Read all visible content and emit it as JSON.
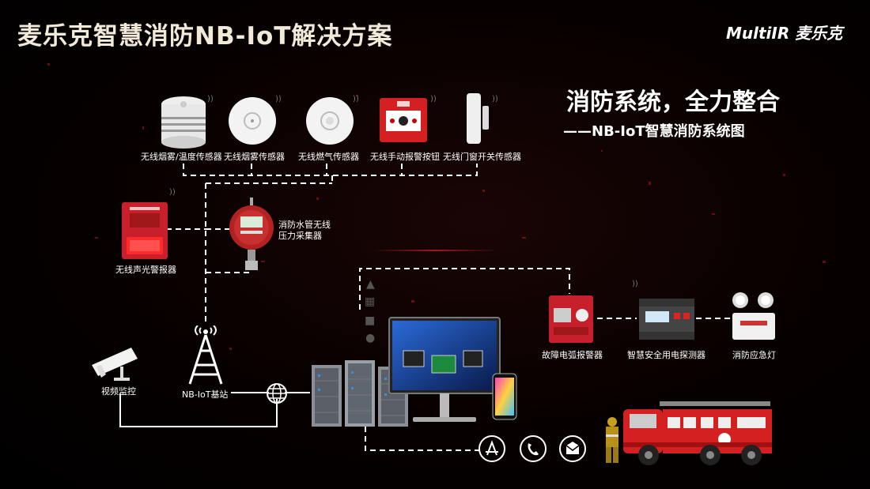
{
  "title": "麦乐克智慧消防NB-IoT解决方案",
  "logo": {
    "brand": "MultiIR",
    "cn": "麦乐克"
  },
  "headline": "消防系统，全力整合",
  "subhead": "——NB-IoT智慧消防系统图",
  "sensors": [
    {
      "label": "无线烟雾/温度传感器"
    },
    {
      "label": "无线烟雾传感器"
    },
    {
      "label": "无线燃气传感器"
    },
    {
      "label": "无线手动报警按钮"
    },
    {
      "label": "无线门窗开关传感器"
    }
  ],
  "devices": {
    "alarm": "无线声光警报器",
    "pressure_line1": "消防水管无线",
    "pressure_line2": "压力采集器",
    "camera": "视频监控",
    "base_station": "NB-IoT基站",
    "arc_detector": "故障电弧报警器",
    "electric_detector": "智慧安全用电探测器",
    "emergency_light": "消防应急灯"
  },
  "colors": {
    "accent_red": "#c8202a",
    "background": "#000000",
    "title": "#f2ead8"
  }
}
